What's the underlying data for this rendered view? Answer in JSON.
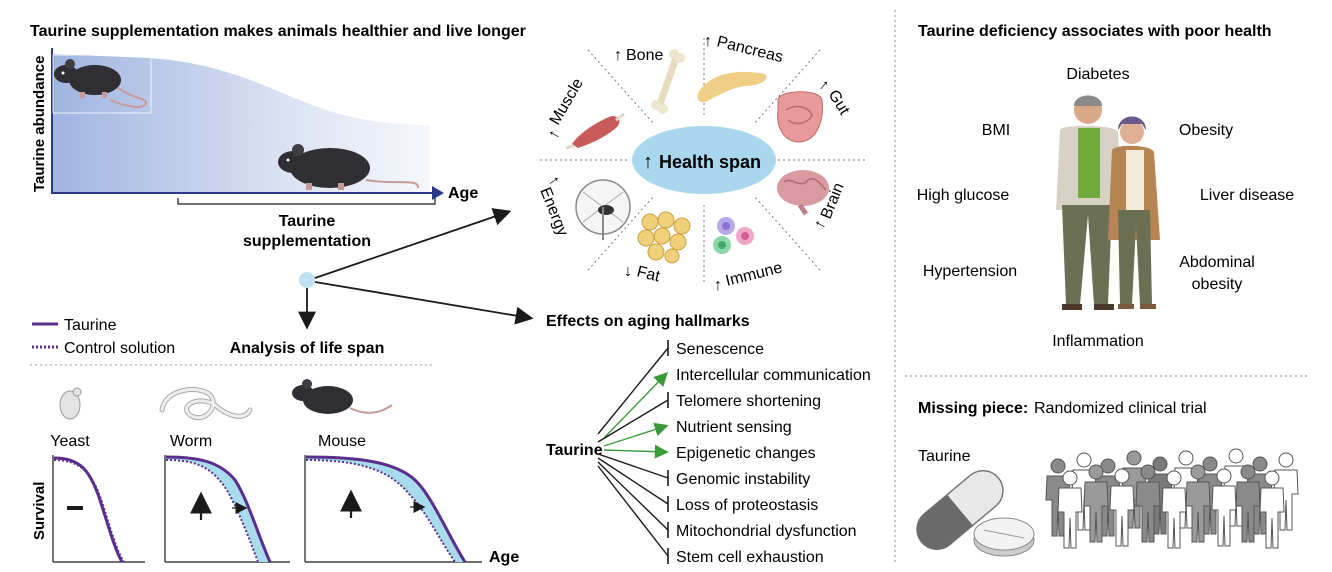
{
  "left_panel": {
    "title": "Taurine supplementation makes animals healthier and live longer",
    "y_axis_label": "Taurine abundance",
    "x_axis_label": "Age",
    "supplementation_label_1": "Taurine",
    "supplementation_label_2": "supplementation",
    "legend": {
      "taurine": "Taurine",
      "control": "Control solution"
    },
    "lifespan_title": "Analysis of life span",
    "organisms": [
      "Yeast",
      "Worm",
      "Mouse"
    ],
    "survival_label": "Survival",
    "survival_x_label": "Age"
  },
  "health_wheel": {
    "center_label": "Health span",
    "organs": [
      {
        "label": "Bone",
        "direction": "up"
      },
      {
        "label": "Pancreas",
        "direction": "up"
      },
      {
        "label": "Gut",
        "direction": "up"
      },
      {
        "label": "Brain",
        "direction": "up"
      },
      {
        "label": "Immune",
        "direction": "up"
      },
      {
        "label": "Fat",
        "direction": "down"
      },
      {
        "label": "Energy",
        "direction": "up"
      },
      {
        "label": "Muscle",
        "direction": "up"
      }
    ]
  },
  "hallmarks": {
    "title": "Effects on aging hallmarks",
    "source_label": "Taurine",
    "items": [
      {
        "label": "Senescence",
        "effect": "inhibit"
      },
      {
        "label": "Intercellular communication",
        "effect": "promote"
      },
      {
        "label": "Telomere shortening",
        "effect": "inhibit"
      },
      {
        "label": "Nutrient sensing",
        "effect": "promote"
      },
      {
        "label": "Epigenetic changes",
        "effect": "promote"
      },
      {
        "label": "Genomic instability",
        "effect": "inhibit"
      },
      {
        "label": "Loss of proteostasis",
        "effect": "inhibit"
      },
      {
        "label": "Mitochondrial dysfunction",
        "effect": "inhibit"
      },
      {
        "label": "Stem cell exhaustion",
        "effect": "inhibit"
      }
    ],
    "colors": {
      "inhibit": "#1a1a1a",
      "promote": "#3a9a3a"
    }
  },
  "right_panel": {
    "title": "Taurine deficiency associates with poor health",
    "conditions": {
      "diabetes": "Diabetes",
      "bmi": "BMI",
      "obesity": "Obesity",
      "high_glucose": "High glucose",
      "liver_disease": "Liver disease",
      "hypertension": "Hypertension",
      "abdominal_1": "Abdominal",
      "abdominal_2": "obesity",
      "inflammation": "Inflammation"
    },
    "missing_piece_label": "Missing piece:",
    "missing_piece_text": "Randomized clinical trial",
    "pill_label": "Taurine"
  },
  "colors": {
    "taurine_line": "#5b2d8e",
    "arrow": "#1a1a1a",
    "center_ellipse": "#a9d8ee",
    "gradient_start": "#9fb4e0",
    "survival_fill": "#a8dcec"
  }
}
